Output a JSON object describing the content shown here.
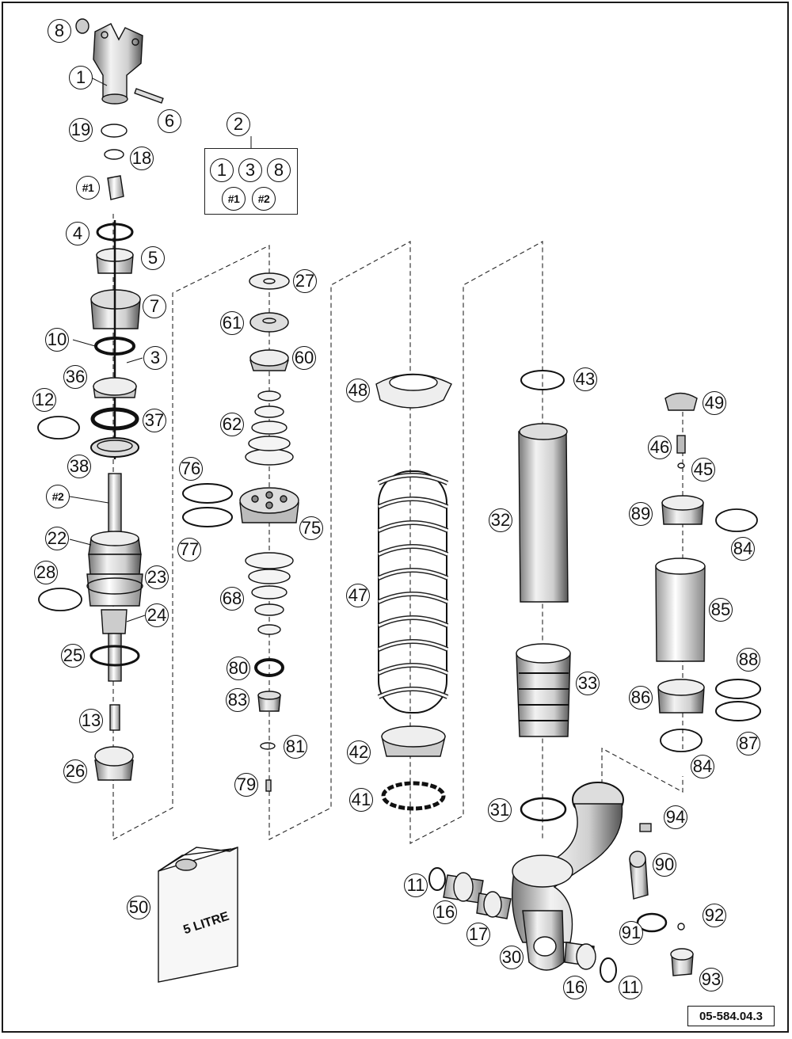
{
  "figure": {
    "reference_code": "05-584.04.3",
    "kit_label": "2",
    "kit_contents": [
      "1",
      "3",
      "8",
      "#1",
      "#2"
    ],
    "canister_label": "5 LITRE"
  },
  "callouts": [
    {
      "id": "c8",
      "text": "8"
    },
    {
      "id": "c1",
      "text": "1"
    },
    {
      "id": "c6",
      "text": "6"
    },
    {
      "id": "c19",
      "text": "19"
    },
    {
      "id": "c18",
      "text": "18"
    },
    {
      "id": "ch1",
      "text": "#1"
    },
    {
      "id": "c4",
      "text": "4"
    },
    {
      "id": "c5",
      "text": "5"
    },
    {
      "id": "c7",
      "text": "7"
    },
    {
      "id": "c10",
      "text": "10"
    },
    {
      "id": "c3",
      "text": "3"
    },
    {
      "id": "c36",
      "text": "36"
    },
    {
      "id": "c12",
      "text": "12"
    },
    {
      "id": "c37",
      "text": "37"
    },
    {
      "id": "c38",
      "text": "38"
    },
    {
      "id": "ch2",
      "text": "#2"
    },
    {
      "id": "c22",
      "text": "22"
    },
    {
      "id": "c28",
      "text": "28"
    },
    {
      "id": "c23",
      "text": "23"
    },
    {
      "id": "c24",
      "text": "24"
    },
    {
      "id": "c25",
      "text": "25"
    },
    {
      "id": "c13",
      "text": "13"
    },
    {
      "id": "c26",
      "text": "26"
    },
    {
      "id": "c27",
      "text": "27"
    },
    {
      "id": "c61",
      "text": "61"
    },
    {
      "id": "c60",
      "text": "60"
    },
    {
      "id": "c62",
      "text": "62"
    },
    {
      "id": "c76",
      "text": "76"
    },
    {
      "id": "c77",
      "text": "77"
    },
    {
      "id": "c75",
      "text": "75"
    },
    {
      "id": "c68",
      "text": "68"
    },
    {
      "id": "c80",
      "text": "80"
    },
    {
      "id": "c83",
      "text": "83"
    },
    {
      "id": "c81",
      "text": "81"
    },
    {
      "id": "c79",
      "text": "79"
    },
    {
      "id": "c48",
      "text": "48"
    },
    {
      "id": "c47",
      "text": "47"
    },
    {
      "id": "c42",
      "text": "42"
    },
    {
      "id": "c41",
      "text": "41"
    },
    {
      "id": "c43",
      "text": "43"
    },
    {
      "id": "c32",
      "text": "32"
    },
    {
      "id": "c33",
      "text": "33"
    },
    {
      "id": "c31",
      "text": "31"
    },
    {
      "id": "c49",
      "text": "49"
    },
    {
      "id": "c46",
      "text": "46"
    },
    {
      "id": "c45",
      "text": "45"
    },
    {
      "id": "c89",
      "text": "89"
    },
    {
      "id": "c84a",
      "text": "84"
    },
    {
      "id": "c85",
      "text": "85"
    },
    {
      "id": "c88",
      "text": "88"
    },
    {
      "id": "c86",
      "text": "86"
    },
    {
      "id": "c87",
      "text": "87"
    },
    {
      "id": "c84b",
      "text": "84"
    },
    {
      "id": "c94",
      "text": "94"
    },
    {
      "id": "c90",
      "text": "90"
    },
    {
      "id": "c91",
      "text": "91"
    },
    {
      "id": "c92",
      "text": "92"
    },
    {
      "id": "c93",
      "text": "93"
    },
    {
      "id": "c50",
      "text": "50"
    },
    {
      "id": "c11a",
      "text": "11"
    },
    {
      "id": "c16a",
      "text": "16"
    },
    {
      "id": "c17",
      "text": "17"
    },
    {
      "id": "c30",
      "text": "30"
    },
    {
      "id": "c16b",
      "text": "16"
    },
    {
      "id": "c11b",
      "text": "11"
    }
  ]
}
